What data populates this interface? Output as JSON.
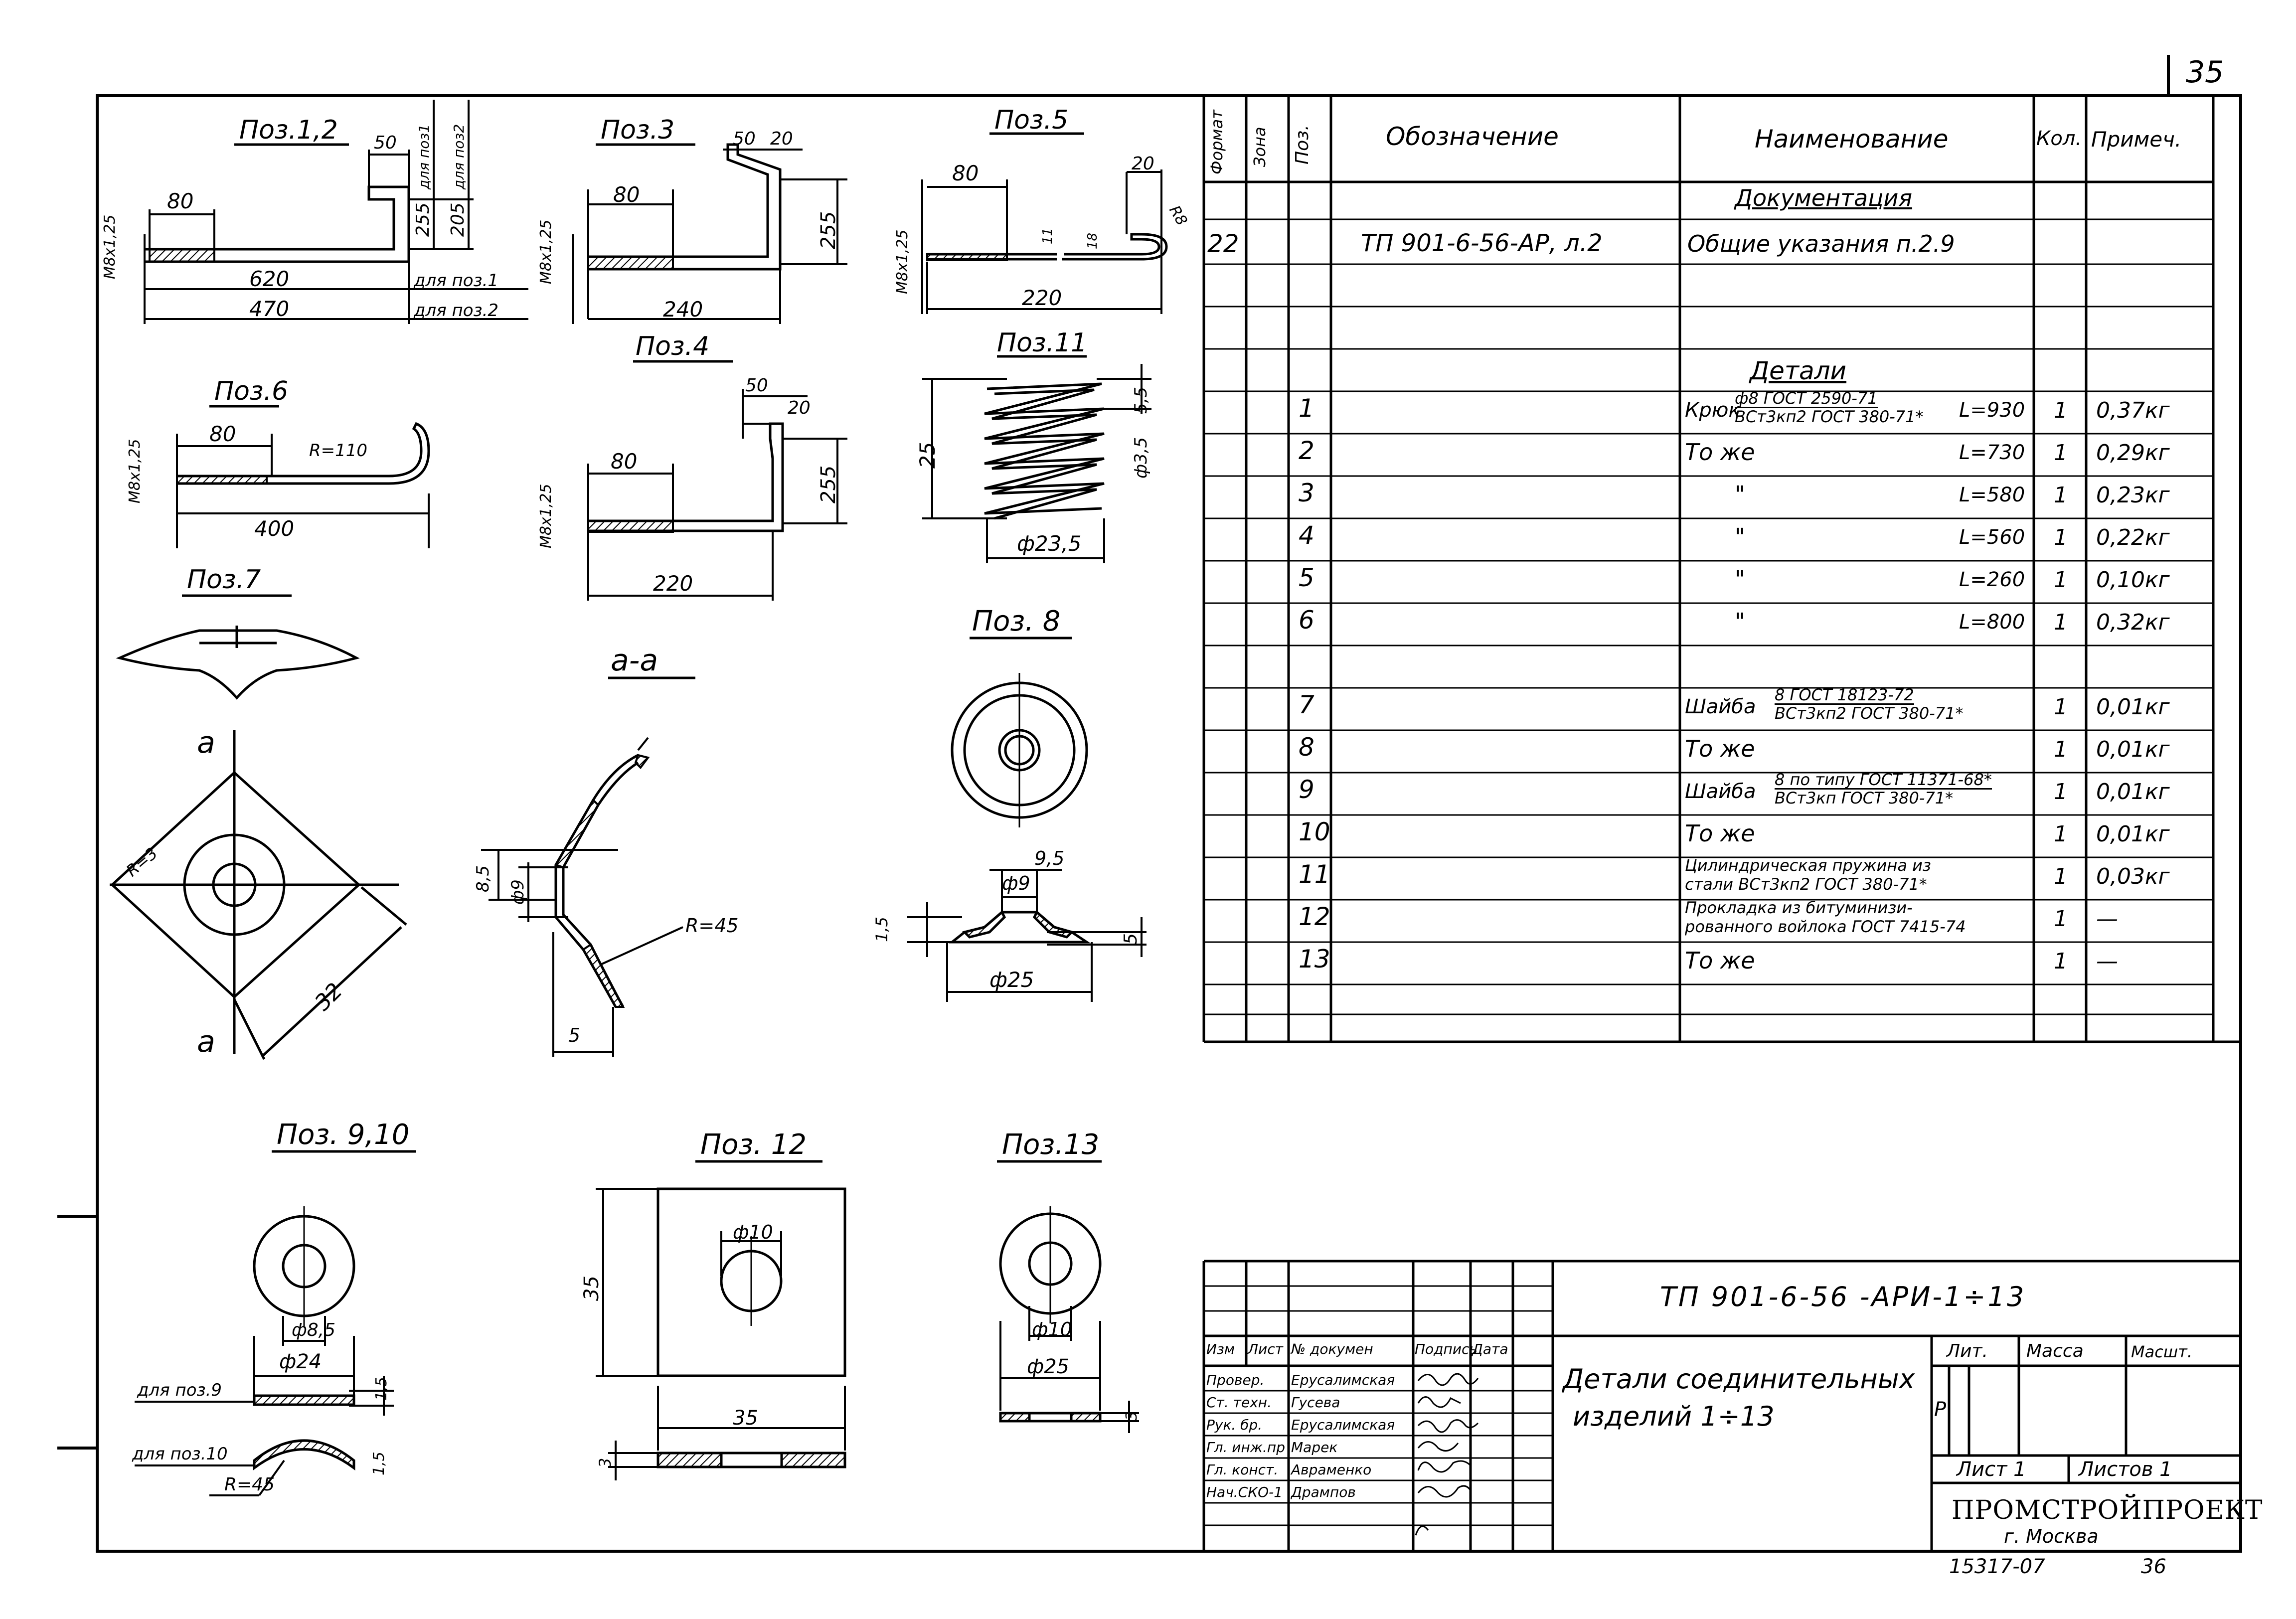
{
  "page_number": "35",
  "sheet_footer": {
    "archive_no": "15317-07",
    "page_ref": "36"
  },
  "views": {
    "poz12_title": "Поз.1,2",
    "poz3_title": "Поз.3",
    "poz4_title": "Поз.4",
    "poz5_title": "Поз.5",
    "poz6_title": "Поз.6",
    "poz7_title": "Поз.7",
    "poz8_title": "Поз. 8",
    "poz910_title": "Поз. 9,10",
    "poz11_title": "Поз.11",
    "poz12b_title": "Поз. 12",
    "poz13_title": "Поз.13",
    "section_title": "а-а"
  },
  "dims": {
    "p12": {
      "thread": "М8х1,25",
      "d80": "80",
      "d50": "50",
      "d255": "255",
      "d205": "205",
      "d620": "620",
      "d470": "470",
      "for1": "для поз.1",
      "for2": "для поз.2",
      "for1v": "для поз1",
      "for2v": "для поз2"
    },
    "p3": {
      "thread": "М8х1,25",
      "d80": "80",
      "d50": "50",
      "d20": "20",
      "d255": "255",
      "d240": "240"
    },
    "p4": {
      "thread": "М8х1,25",
      "d80": "80",
      "d50": "50",
      "d20": "20",
      "d255": "255",
      "d220": "220"
    },
    "p5": {
      "thread": "М8х1,25",
      "d80": "80",
      "d20": "20",
      "d11": "11",
      "d18": "18",
      "r": "R8",
      "d220": "220"
    },
    "p6": {
      "thread": "М8х1,25",
      "d80": "80",
      "r": "R=110",
      "d400": "400"
    },
    "p11": {
      "d25": "25",
      "d55": "5,5",
      "d35": "ф3,5",
      "d235": "ф23,5"
    },
    "p7": {
      "a": "а",
      "r3": "R=3",
      "d32": "32"
    },
    "sec": {
      "d85": "8,5",
      "d9": "ф9",
      "r45": "R=45",
      "d5": "5"
    },
    "p8": {
      "d95": "9,5",
      "d9": "ф9",
      "d15": "1,5",
      "d5": "5",
      "d25": "ф25"
    },
    "p910": {
      "d85": "ф8,5",
      "d24": "ф24",
      "d15a": "1,5",
      "d15b": "1,5",
      "for9": "для поз.9",
      "for10": "для поз.10",
      "r45": "R=45"
    },
    "p12b": {
      "d10": "ф10",
      "d35v": "35",
      "d35h": "35",
      "d3": "3"
    },
    "p13": {
      "d10": "ф10",
      "d25": "ф25",
      "d3": "3"
    }
  },
  "spec": {
    "headers": {
      "format": "Формат",
      "zone": "Зона",
      "pos": "Поз.",
      "designation": "Обозначение",
      "name": "Наименование",
      "qty": "Кол.",
      "note": "Примеч."
    },
    "section_docs": "Документация",
    "doc_row": {
      "format": "22",
      "designation": "ТП 901-6-56-АР, л.2",
      "name": "Общие указания п.2.9"
    },
    "section_details": "Детали",
    "rows": [
      {
        "pos": "1",
        "name": "Крюк",
        "frac_top": "ф8 ГОСТ 2590-71",
        "frac_bot": "ВСт3кп2 ГОСТ 380-71*",
        "len": "L=930",
        "qty": "1",
        "note": "0,37кг"
      },
      {
        "pos": "2",
        "name": "То же",
        "len": "L=730",
        "qty": "1",
        "note": "0,29кг"
      },
      {
        "pos": "3",
        "name": "\"",
        "len": "L=580",
        "qty": "1",
        "note": "0,23кг"
      },
      {
        "pos": "4",
        "name": "\"",
        "len": "L=560",
        "qty": "1",
        "note": "0,22кг"
      },
      {
        "pos": "5",
        "name": "\"",
        "len": "L=260",
        "qty": "1",
        "note": "0,10кг"
      },
      {
        "pos": "6",
        "name": "\"",
        "len": "L=800",
        "qty": "1",
        "note": "0,32кг"
      },
      {
        "pos": "7",
        "name": "Шайба",
        "frac_top": "8 ГОСТ 18123-72",
        "frac_bot": "ВСт3кп2 ГОСТ 380-71*",
        "qty": "1",
        "note": "0,01кг"
      },
      {
        "pos": "8",
        "name": "То же",
        "qty": "1",
        "note": "0,01кг"
      },
      {
        "pos": "9",
        "name": "Шайба",
        "frac_top": "8 по типу ГОСТ 11371-68*",
        "frac_bot": "ВСт3кп ГОСТ 380-71*",
        "qty": "1",
        "note": "0,01кг"
      },
      {
        "pos": "10",
        "name": "То же",
        "qty": "1",
        "note": "0,01кг"
      },
      {
        "pos": "11",
        "name": "Цилиндрическая пружина из",
        "name2": "стали ВСт3кп2 ГОСТ 380-71*",
        "qty": "1",
        "note": "0,03кг"
      },
      {
        "pos": "12",
        "name": "Прокладка из битуминизи-",
        "name2": "рованного войлока ГОСТ 7415-74",
        "qty": "1",
        "note": "—"
      },
      {
        "pos": "13",
        "name": "То же",
        "qty": "1",
        "note": "—"
      }
    ]
  },
  "title_block": {
    "code": "ТП 901-6-56 -АРИ-1÷13",
    "title_line1": "Детали соединительных",
    "title_line2": "изделий 1÷13",
    "col_izm": "Изм",
    "col_list": "Лист",
    "col_doc": "№ докумен",
    "col_sign": "Подпись",
    "col_date": "Дата",
    "lit": "Лит.",
    "mass": "Масса",
    "scale": "Масшт.",
    "lit_value": "Р",
    "sheet": "Лист 1",
    "sheets": "Листов 1",
    "org": "ПРОМСТРОЙПРОЕКТ",
    "city": "г. Москва",
    "signers": [
      {
        "role": "Провер.",
        "name": "Ерусалимская"
      },
      {
        "role": "Ст. техн.",
        "name": "Гусева"
      },
      {
        "role": "Рук. бр.",
        "name": "Ерусалимская"
      },
      {
        "role": "Гл. инж.пр",
        "name": "Марек"
      },
      {
        "role": "Гл. конст.",
        "name": "Авраменко"
      },
      {
        "role": "Нач.СКО-1",
        "name": "Дрампов"
      }
    ]
  }
}
